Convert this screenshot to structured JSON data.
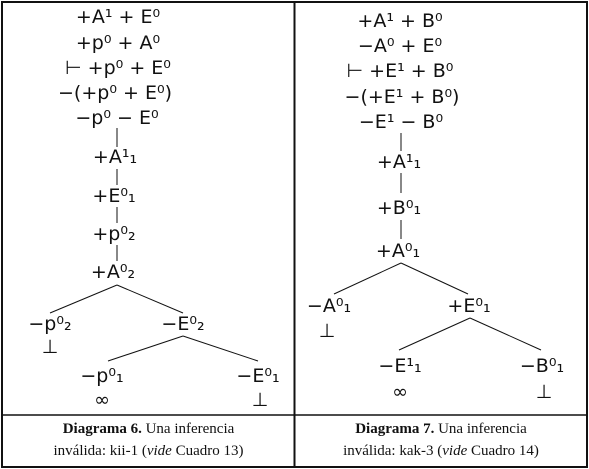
{
  "left_tree": {
    "premises": [
      "+A¹ + E⁰",
      "+p⁰ + A⁰",
      "⊢ +p⁰ + E⁰",
      "−(+p⁰ + E⁰)",
      "−p⁰ − E⁰"
    ],
    "chain": [
      "+A¹₁",
      "+E⁰₁",
      "+p⁰₂",
      "+A⁰₂"
    ],
    "branch1_left": "−p⁰₂",
    "branch1_right": "−E⁰₂",
    "close_left": "⊥",
    "branch2_left": "−p⁰₁",
    "branch2_right": "−E⁰₁",
    "close2_left": "∞",
    "close2_right": "⊥"
  },
  "right_tree": {
    "premises": [
      "+A¹ + B⁰",
      "−A⁰ + E⁰",
      "⊢ +E¹ + B⁰",
      "−(+E¹ + B⁰)",
      "−E¹ − B⁰"
    ],
    "chain": [
      "+A¹₁",
      "+B⁰₁",
      "+A⁰₁"
    ],
    "branch1_left": "−A⁰₁",
    "branch1_right": "+E⁰₁",
    "close_left": "⊥",
    "branch2_left": "−E¹₁",
    "branch2_right": "−B⁰₁",
    "close2_left": "∞",
    "close2_right": "⊥"
  },
  "captions": {
    "left": {
      "title": "Diagrama 6.",
      "text1": " Una inferencia",
      "text2": "inválida: kii-1 (",
      "vide": "vide",
      "text3": " Cuadro 13)"
    },
    "right": {
      "title": "Diagrama 7.",
      "text1": " Una inferencia",
      "text2": "inválida: kak-3 (",
      "vide": "vide",
      "text3": " Cuadro 14)"
    }
  }
}
